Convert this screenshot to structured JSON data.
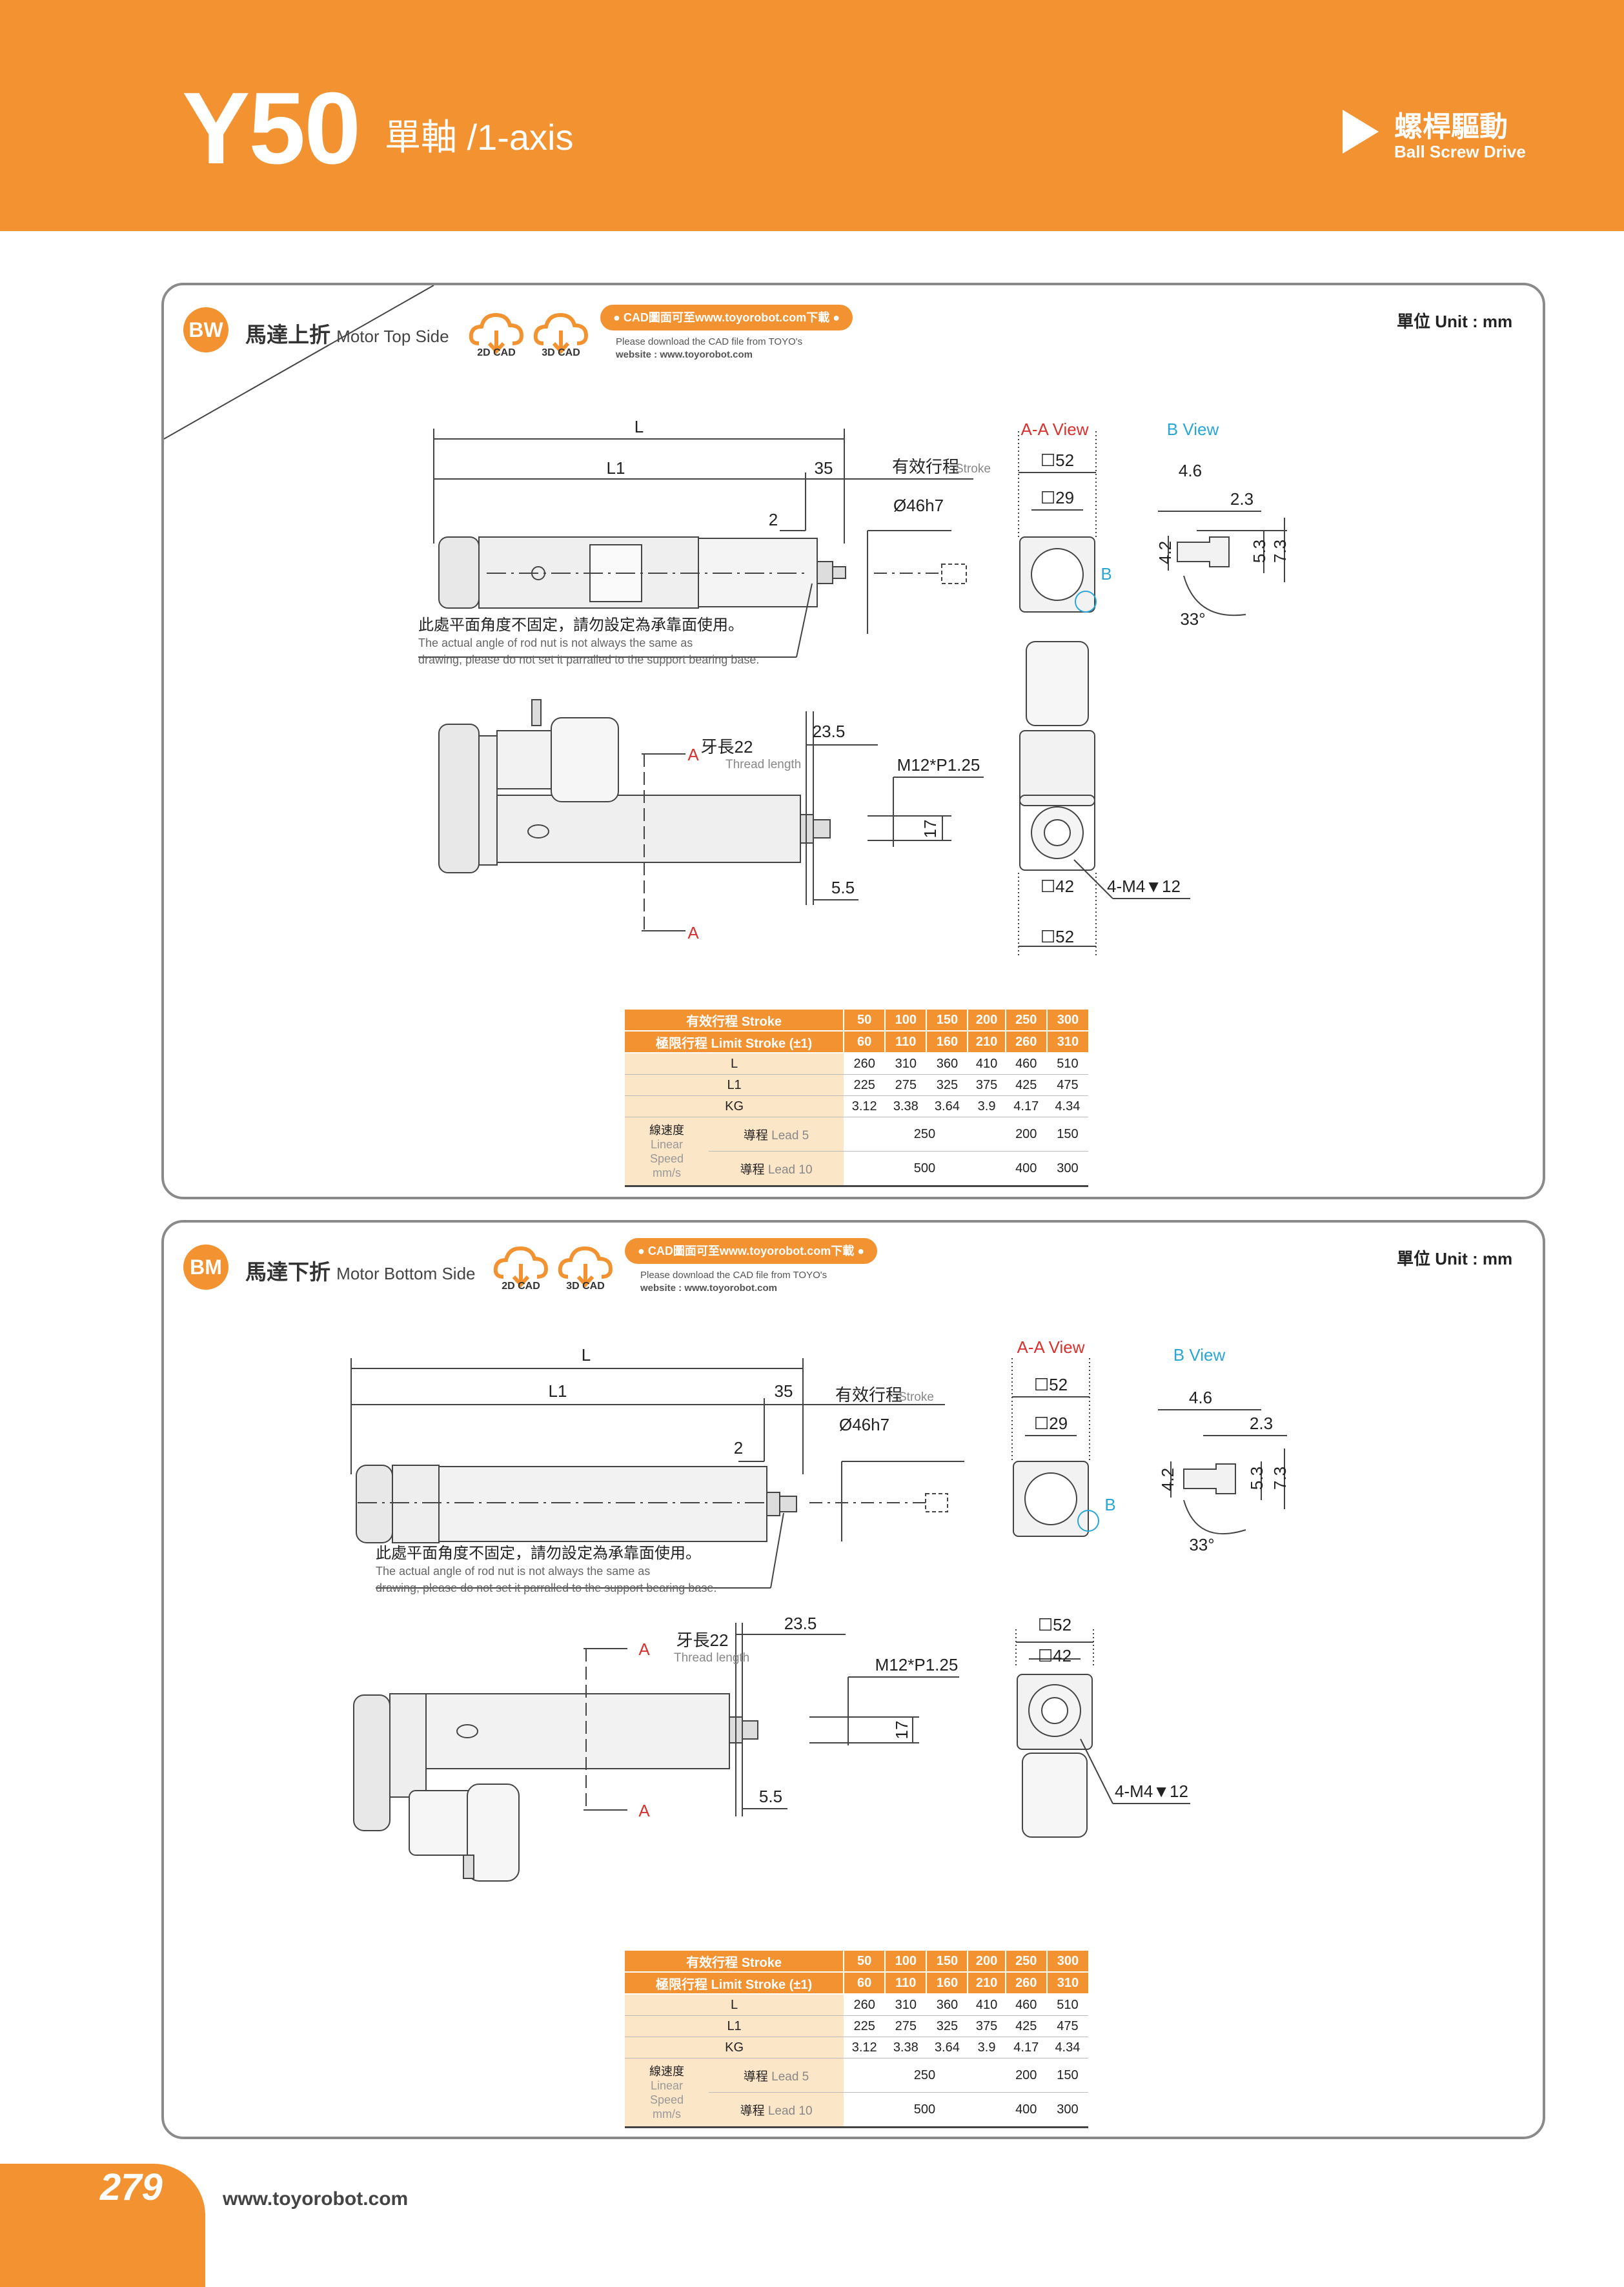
{
  "header": {
    "model": "Y50",
    "axis": "單軸 /1-axis",
    "drive_zh": "螺桿驅動",
    "drive_en": "Ball Screw Drive"
  },
  "sections": [
    {
      "badge": "BW",
      "title_zh": "馬達上折",
      "title_en": "Motor Top Side",
      "cad_2d": "2D CAD",
      "cad_3d": "3D CAD",
      "cad_pill": "● CAD圖面可至www.toyorobot.com下載 ●",
      "cad_note1": "Please download the CAD file from TOYO's",
      "cad_note2": "website : www.toyorobot.com",
      "unit": "單位 Unit : mm"
    },
    {
      "badge": "BM",
      "title_zh": "馬達下折",
      "title_en": "Motor Bottom Side",
      "cad_2d": "2D CAD",
      "cad_3d": "3D CAD",
      "cad_pill": "● CAD圖面可至www.toyorobot.com下載 ●",
      "cad_note1": "Please download the CAD file from TOYO's",
      "cad_note2": "website : www.toyorobot.com",
      "unit": "單位 Unit : mm"
    }
  ],
  "drawing": {
    "L": "L",
    "L1": "L1",
    "d35": "35",
    "stroke_zh": "有效行程",
    "stroke_en": "Stroke",
    "dia": "Ø46h7",
    "d2": "2",
    "note_zh": "此處平面角度不固定，請勿設定為承靠面使用。",
    "note_en1": "The actual angle of rod nut is not always the same as",
    "note_en2": "drawing, please do not set it parralled to the support bearing base.",
    "aa_view": "A-A View",
    "b_view": "B View",
    "sq52": "☐52",
    "sq29": "☐29",
    "sq42": "☐42",
    "v46": "4.6",
    "v23": "2.3",
    "v42": "4.2",
    "v53": "5.3",
    "v73": "7.3",
    "ang": "33°",
    "b": "B",
    "a": "A",
    "thread_zh": "牙長22",
    "thread_en": "Thread length",
    "v235": "23.5",
    "m12": "M12*P1.25",
    "v17": "17",
    "v55": "5.5",
    "m4": "4-M4▼12"
  },
  "table": {
    "stroke_label": "有效行程 Stroke",
    "limit_label": "極限行程 Limit Stroke (±1)",
    "strokes": [
      "50",
      "100",
      "150",
      "200",
      "250",
      "300"
    ],
    "limits": [
      "60",
      "110",
      "160",
      "210",
      "260",
      "310"
    ],
    "L_label": "L",
    "L_vals": [
      "260",
      "310",
      "360",
      "410",
      "460",
      "510"
    ],
    "L1_label": "L1",
    "L1_vals": [
      "225",
      "275",
      "325",
      "375",
      "425",
      "475"
    ],
    "KG_label": "KG",
    "KG_vals": [
      "3.12",
      "3.38",
      "3.64",
      "3.9",
      "4.17",
      "4.34"
    ],
    "speed_zh": "線速度",
    "speed_en1": "Linear",
    "speed_en2": "Speed",
    "speed_unit": "mm/s",
    "lead_zh": "導程",
    "lead5": "Lead 5",
    "lead10": "Lead 10",
    "lead5_vals": [
      "250",
      "200",
      "150"
    ],
    "lead10_vals": [
      "500",
      "400",
      "300"
    ]
  },
  "footer": {
    "page": "279",
    "website": "www.toyorobot.com"
  }
}
